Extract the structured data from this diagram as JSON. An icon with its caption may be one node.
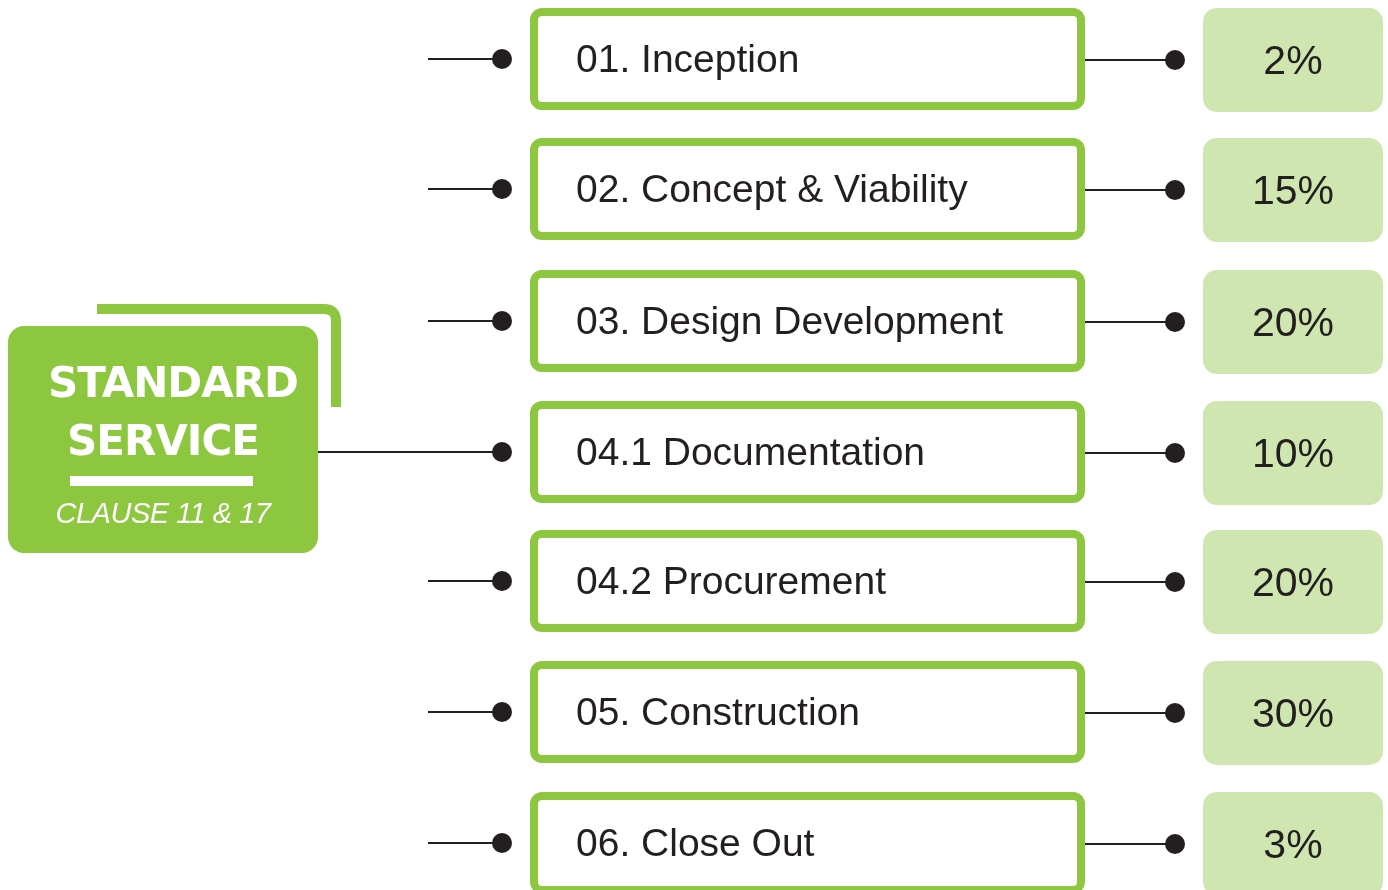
{
  "diagram": {
    "nodes": [
      {
        "text": [
          "STANDARD SERVICE",
          "CLAUSE 11 & 17"
        ]
      },
      {
        "text": [
          "01. Inception"
        ]
      },
      {
        "text": [
          "02. Concept & Viability"
        ]
      },
      {
        "text": [
          "03. Design Development"
        ]
      },
      {
        "text": [
          "04.1 Documentation"
        ]
      },
      {
        "text": [
          "04.2 Procurement"
        ]
      },
      {
        "text": [
          "05. Construction"
        ]
      },
      {
        "text": [
          "06. Close Out"
        ]
      },
      {
        "text": [
          "2%"
        ]
      },
      {
        "text": [
          "15%"
        ]
      },
      {
        "text": [
          "20%"
        ]
      },
      {
        "text": [
          "10%"
        ]
      },
      {
        "text": [
          "20%"
        ]
      },
      {
        "text": [
          "30%"
        ]
      },
      {
        "text": [
          "3%"
        ]
      }
    ],
    "edges": [
      {
        "from": null,
        "to": 1,
        "arrow": "other"
      },
      {
        "from": null,
        "to": 2,
        "arrow": "other"
      },
      {
        "from": null,
        "to": 3,
        "arrow": "other"
      },
      {
        "from": 0,
        "to": 4,
        "arrow": "other"
      },
      {
        "from": null,
        "to": 5,
        "arrow": "other"
      },
      {
        "from": null,
        "to": 6,
        "arrow": "other"
      },
      {
        "from": null,
        "to": 7,
        "arrow": "other"
      },
      {
        "from": 1,
        "to": 8,
        "arrow": "other"
      },
      {
        "from": 2,
        "to": 9,
        "arrow": "other"
      },
      {
        "from": 3,
        "to": 10,
        "arrow": "other"
      },
      {
        "from": 4,
        "to": 11,
        "arrow": "other"
      },
      {
        "from": 5,
        "to": 12,
        "arrow": "other"
      },
      {
        "from": 6,
        "to": 13,
        "arrow": "other"
      },
      {
        "from": 7,
        "to": 14,
        "arrow": "other"
      }
    ]
  }
}
